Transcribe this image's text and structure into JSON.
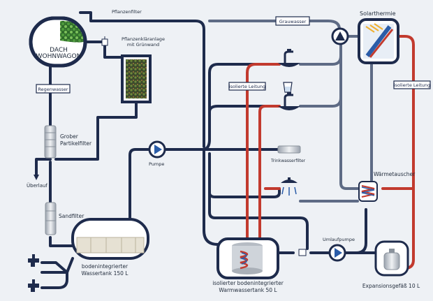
{
  "labels": {
    "roof": [
      "DACH",
      "WOHNWAGON"
    ],
    "plant_filter": "Pflanzenfilter",
    "plant_system": [
      "Pflanzenkläranlage",
      "mit Grünwand"
    ],
    "rainwater": "Regenwasser",
    "coarse_filter": [
      "Grober",
      "Partikelfilter"
    ],
    "overflow": "Überlauf",
    "sand_filter": "Sandfilter",
    "pump": "Pumpe",
    "water_tank": [
      "bodenintegrierter",
      "Wassertank 150 L"
    ],
    "greywater": "Grauwasser",
    "solar": "Solarthermie",
    "insulated_left": "isolierte Leitung",
    "insulated_right": "isolierte Leitung",
    "drinking_filter": "Trinkwasserfilter",
    "heat_exchanger": "Wärmetauscher",
    "circ_pump": "Umlaufpumpe",
    "hot_tank": [
      "isolierter bodenintegrierter",
      "Warmwassertank 50 L"
    ],
    "expansion": "Expansionsgefäß 10 L"
  },
  "colors": {
    "background": "#eef1f5",
    "cold_pipe": "#1e2b4c",
    "grey_pipe": "#5e6b85",
    "hot_pipe": "#c23a2e",
    "accent_blue": "#2a5ca8"
  }
}
